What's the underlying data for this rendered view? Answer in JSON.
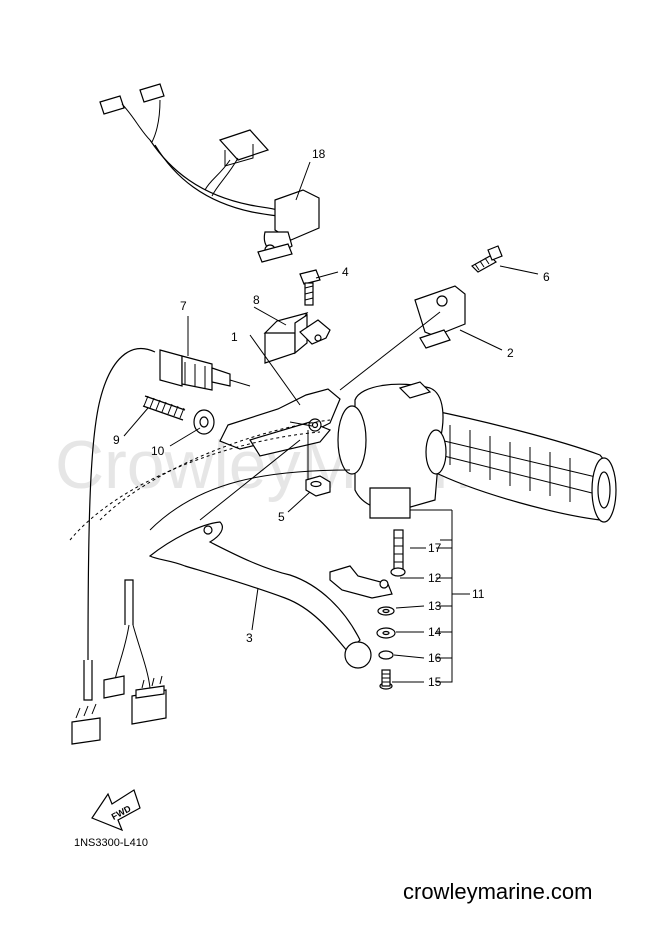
{
  "watermark": "CrowleyMarine",
  "brand_url": "crowleymarine.com",
  "diagram_code": "1NS3300-L410",
  "fwd_label": "FWD",
  "callouts": {
    "c1": "1",
    "c2": "2",
    "c3": "3",
    "c4": "4",
    "c5": "5",
    "c6": "6",
    "c7": "7",
    "c8": "8",
    "c9": "9",
    "c10": "10",
    "c11": "11",
    "c12": "12",
    "c13": "13",
    "c14": "14",
    "c15": "15",
    "c16": "16",
    "c17": "17",
    "c18": "18"
  }
}
